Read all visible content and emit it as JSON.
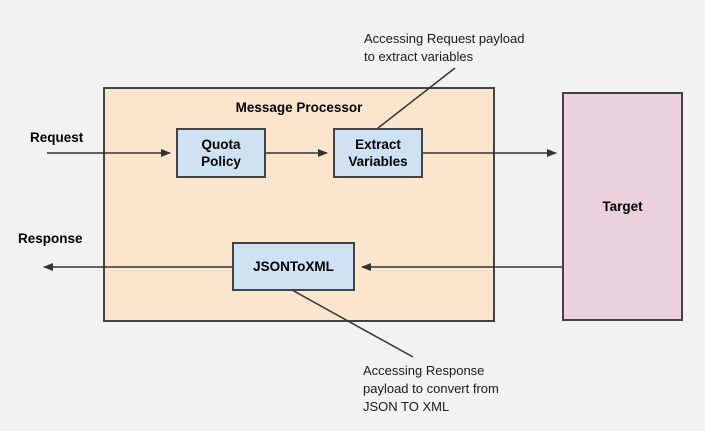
{
  "colors": {
    "background": "#f2f2f2",
    "container_fill": "#fce5cd",
    "process_fill": "#cfe2f3",
    "target_fill": "#ead1dc",
    "border": "#434343",
    "line": "#333333",
    "text": "#000000"
  },
  "diagram": {
    "container": {
      "title": "Message Processor"
    },
    "nodes": {
      "quota_policy": {
        "label": "Quota\nPolicy"
      },
      "extract_variables": {
        "label": "Extract\nVariables"
      },
      "jsontoxml": {
        "label": "JSONToXML"
      },
      "target": {
        "label": "Target"
      }
    },
    "flow_labels": {
      "request": "Request",
      "response": "Response"
    },
    "annotations": {
      "top": "Accessing Request payload\nto extract variables",
      "bottom": "Accessing Response\npayload to convert from\nJSON TO XML"
    }
  }
}
